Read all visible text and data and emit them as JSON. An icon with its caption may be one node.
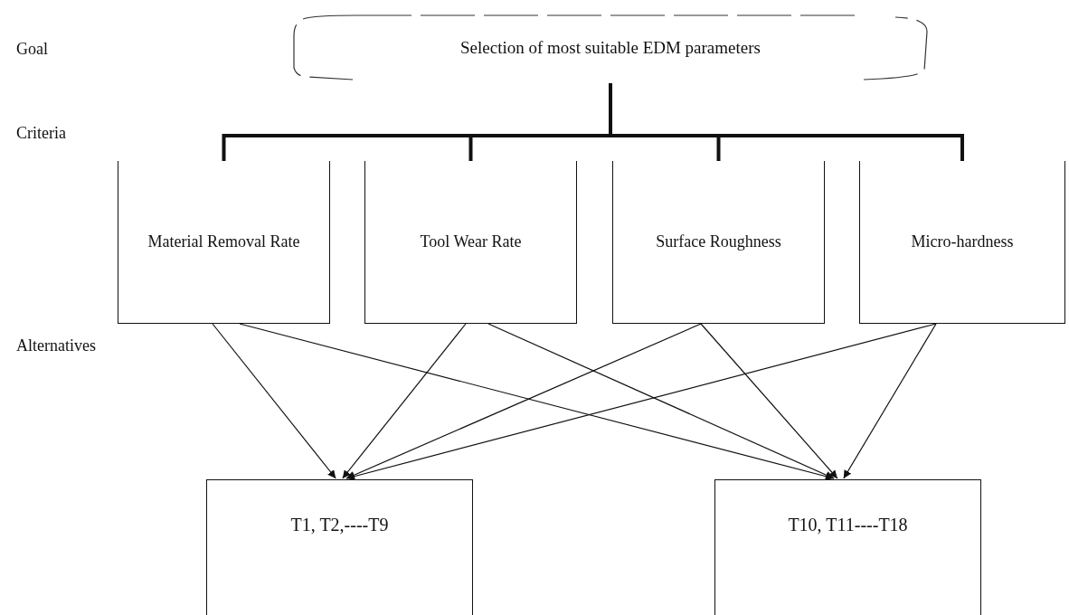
{
  "diagram": {
    "nodes": [
      {
        "text": [
          "Selection of most suitable EDM parameters"
        ]
      },
      {
        "text": [
          "Material Removal Rate"
        ]
      },
      {
        "text": [
          "Tool Wear Rate"
        ]
      },
      {
        "text": [
          "Surface Roughness"
        ]
      },
      {
        "text": [
          "Micro-hardness"
        ]
      },
      {
        "text": [
          "T1, T2,----T9"
        ]
      },
      {
        "text": [
          "T10, T11----T18"
        ]
      }
    ],
    "edges": [
      {
        "from": 0,
        "to": 1,
        "arrow": "none",
        "style": "thick"
      },
      {
        "from": 0,
        "to": 2,
        "arrow": "none",
        "style": "thick"
      },
      {
        "from": 0,
        "to": 3,
        "arrow": "none",
        "style": "thick"
      },
      {
        "from": 0,
        "to": 4,
        "arrow": "none",
        "style": "thick"
      },
      {
        "from": 1,
        "to": 5,
        "arrow": "to"
      },
      {
        "from": 1,
        "to": 6,
        "arrow": "to"
      },
      {
        "from": 2,
        "to": 5,
        "arrow": "to"
      },
      {
        "from": 2,
        "to": 6,
        "arrow": "to"
      },
      {
        "from": 3,
        "to": 5,
        "arrow": "to"
      },
      {
        "from": 3,
        "to": 6,
        "arrow": "to"
      },
      {
        "from": 4,
        "to": 5,
        "arrow": "to"
      },
      {
        "from": 4,
        "to": 6,
        "arrow": "to"
      }
    ],
    "labels": [
      "Goal",
      "Criteria",
      "Alternatives"
    ]
  }
}
